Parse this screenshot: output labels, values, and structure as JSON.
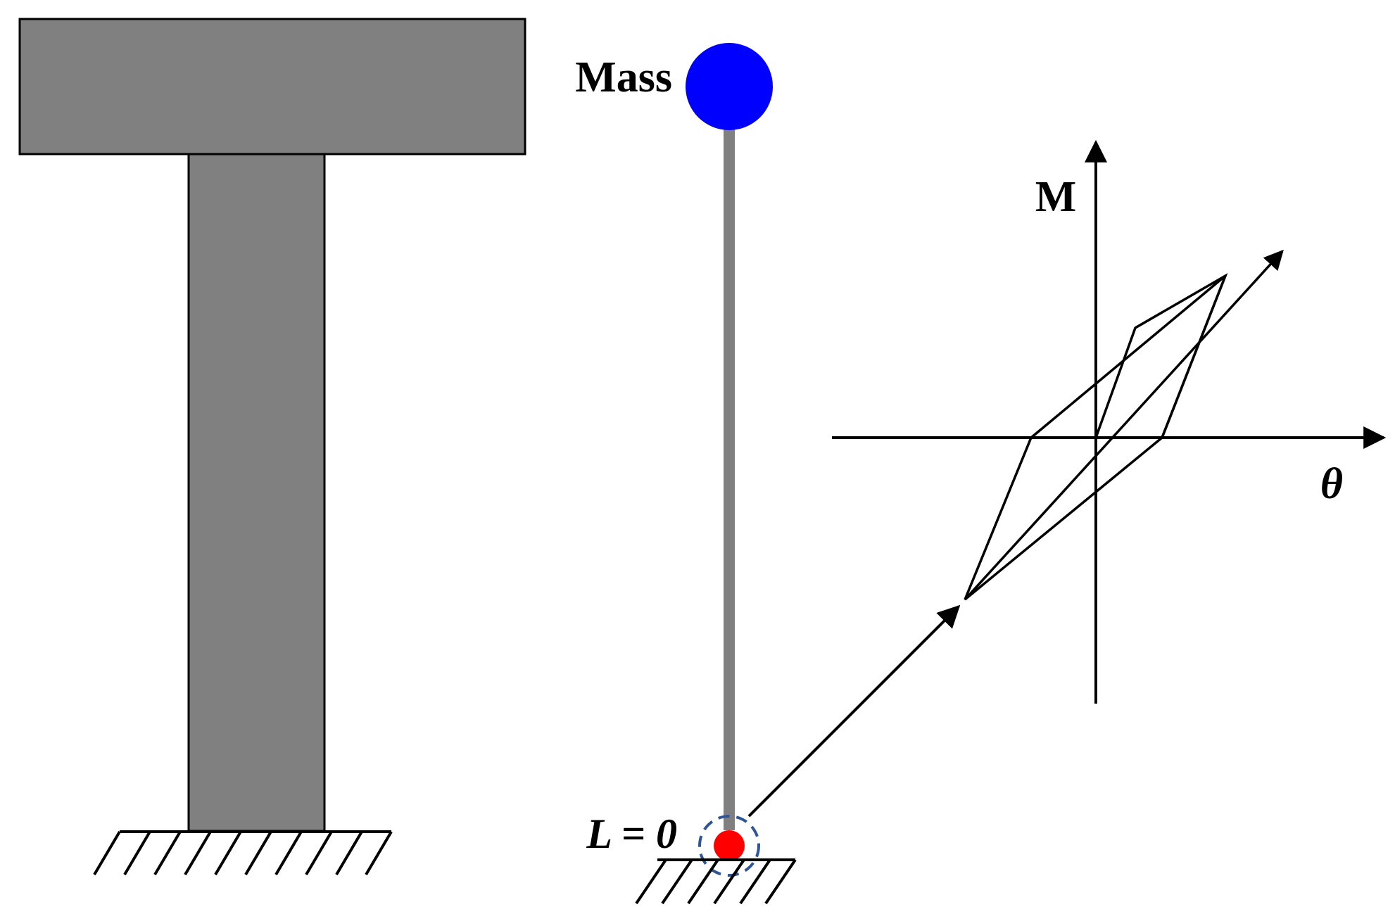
{
  "labels": {
    "mass": "Mass",
    "hinge_length": "L = 0",
    "moment_axis": "M",
    "rotation_axis": "θ"
  },
  "colors": {
    "structure_fill": "#808080",
    "outline": "#000000",
    "mass": "#0000ff",
    "hinge": "#ff0000",
    "hinge_circle": "#2f5597",
    "rod": "#808080"
  },
  "icons": {
    "fixed_support": "ground-hatch-icon",
    "mass": "mass-circle-icon",
    "hinge": "plastic-hinge-icon"
  }
}
